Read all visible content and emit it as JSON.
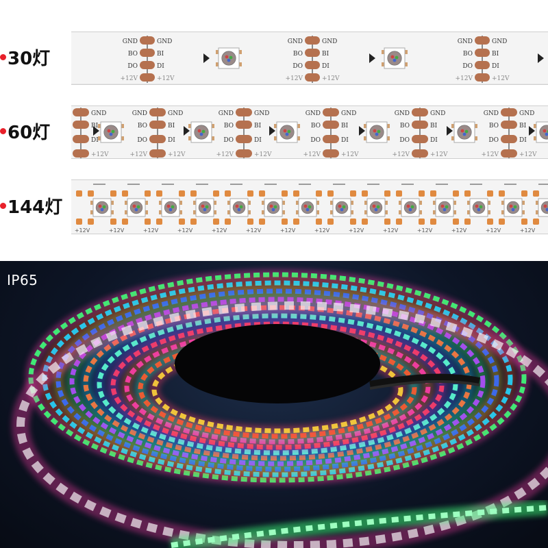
{
  "variants": [
    {
      "label": "30灯",
      "pads": [
        "GND",
        "BO",
        "DO",
        "+12V"
      ],
      "pads_right": [
        "GND",
        "BI",
        "DI",
        "+12V"
      ]
    },
    {
      "label": "60灯",
      "pads": [
        "GND",
        "BO",
        "DO",
        "+12V"
      ],
      "pads_right": [
        "GND",
        "BI",
        "DI",
        "+12V"
      ]
    },
    {
      "label": "144灯",
      "pads": [
        "+12V"
      ],
      "pads_right": [
        "+12V"
      ]
    }
  ],
  "photo": {
    "rating_label": "IP65"
  },
  "colors": {
    "accent_dot": "#e8202a",
    "copper_pad": "#b5714f",
    "strip_bg": "#f4f4f4",
    "background_dark": "#0b1120"
  }
}
